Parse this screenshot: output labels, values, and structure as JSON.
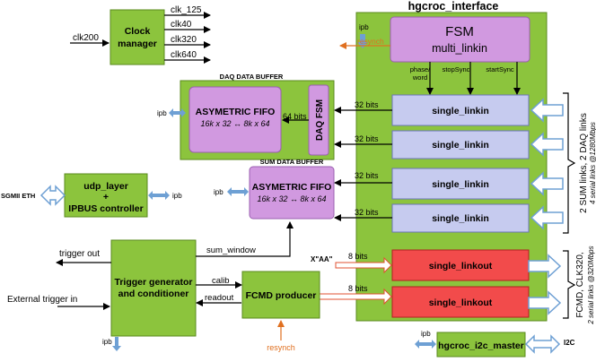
{
  "hgcroc_interface": {
    "title": "hgcroc_interface",
    "ipb": "ipb"
  },
  "clock_manager": {
    "label_line1": "Clock",
    "label_line2": "manager",
    "input": "clk200",
    "outputs": [
      "clk_125",
      "clk40",
      "clk320",
      "clk640"
    ]
  },
  "fsm": {
    "title": "FSM",
    "subtitle": "multi_linkin",
    "resynch": "resynch",
    "signals": [
      "phase/",
      "word",
      "stopSync",
      "startSync"
    ]
  },
  "daq_buffer": {
    "title": "DAQ DATA BUFFER",
    "fifo_title": "ASYMETRIC FIFO",
    "fifo_sub": "16k x 32 ↔ 8k x 64",
    "fsm_label": "DAQ FSM",
    "width_label": "64 bits",
    "ipb": "ipb"
  },
  "sum_buffer": {
    "title": "SUM DATA BUFFER",
    "fifo_title": "ASYMETRIC FIFO",
    "fifo_sub": "16k x 32 ↔ 8k x 64",
    "ipb": "ipb"
  },
  "udp": {
    "line1": "udp_layer",
    "line2": "+",
    "line3": "IPBUS controller",
    "eth": "SGMII ETH",
    "ipb": "ipb"
  },
  "trigger_gen": {
    "line1": "Trigger generator",
    "line2": "and conditioner",
    "trigger_out": "trigger out",
    "external": "External trigger in",
    "sum_window": "sum_window",
    "calib": "calib",
    "readout": "readout",
    "ipb": "ipb"
  },
  "fcmd": {
    "label": "FCMD producer",
    "resynch": "resynch"
  },
  "linkin": {
    "label": "single_linkin",
    "bits": "32 bits",
    "count": 4
  },
  "linkout": {
    "label": "single_linkout",
    "bits": "8 bits",
    "aa": "X\"AA\""
  },
  "i2c": {
    "label": "hgcroc_i2c_master",
    "ipb": "ipb",
    "i2c": "I2C"
  },
  "side_labels": {
    "links_main": "2 SUM links, 2 DAQ links",
    "links_sub": "4 serial links @1280Mbps",
    "fcmd_main": "FCMD, CLK320,",
    "fcmd_sub": "2 serial links @320Mbps"
  }
}
